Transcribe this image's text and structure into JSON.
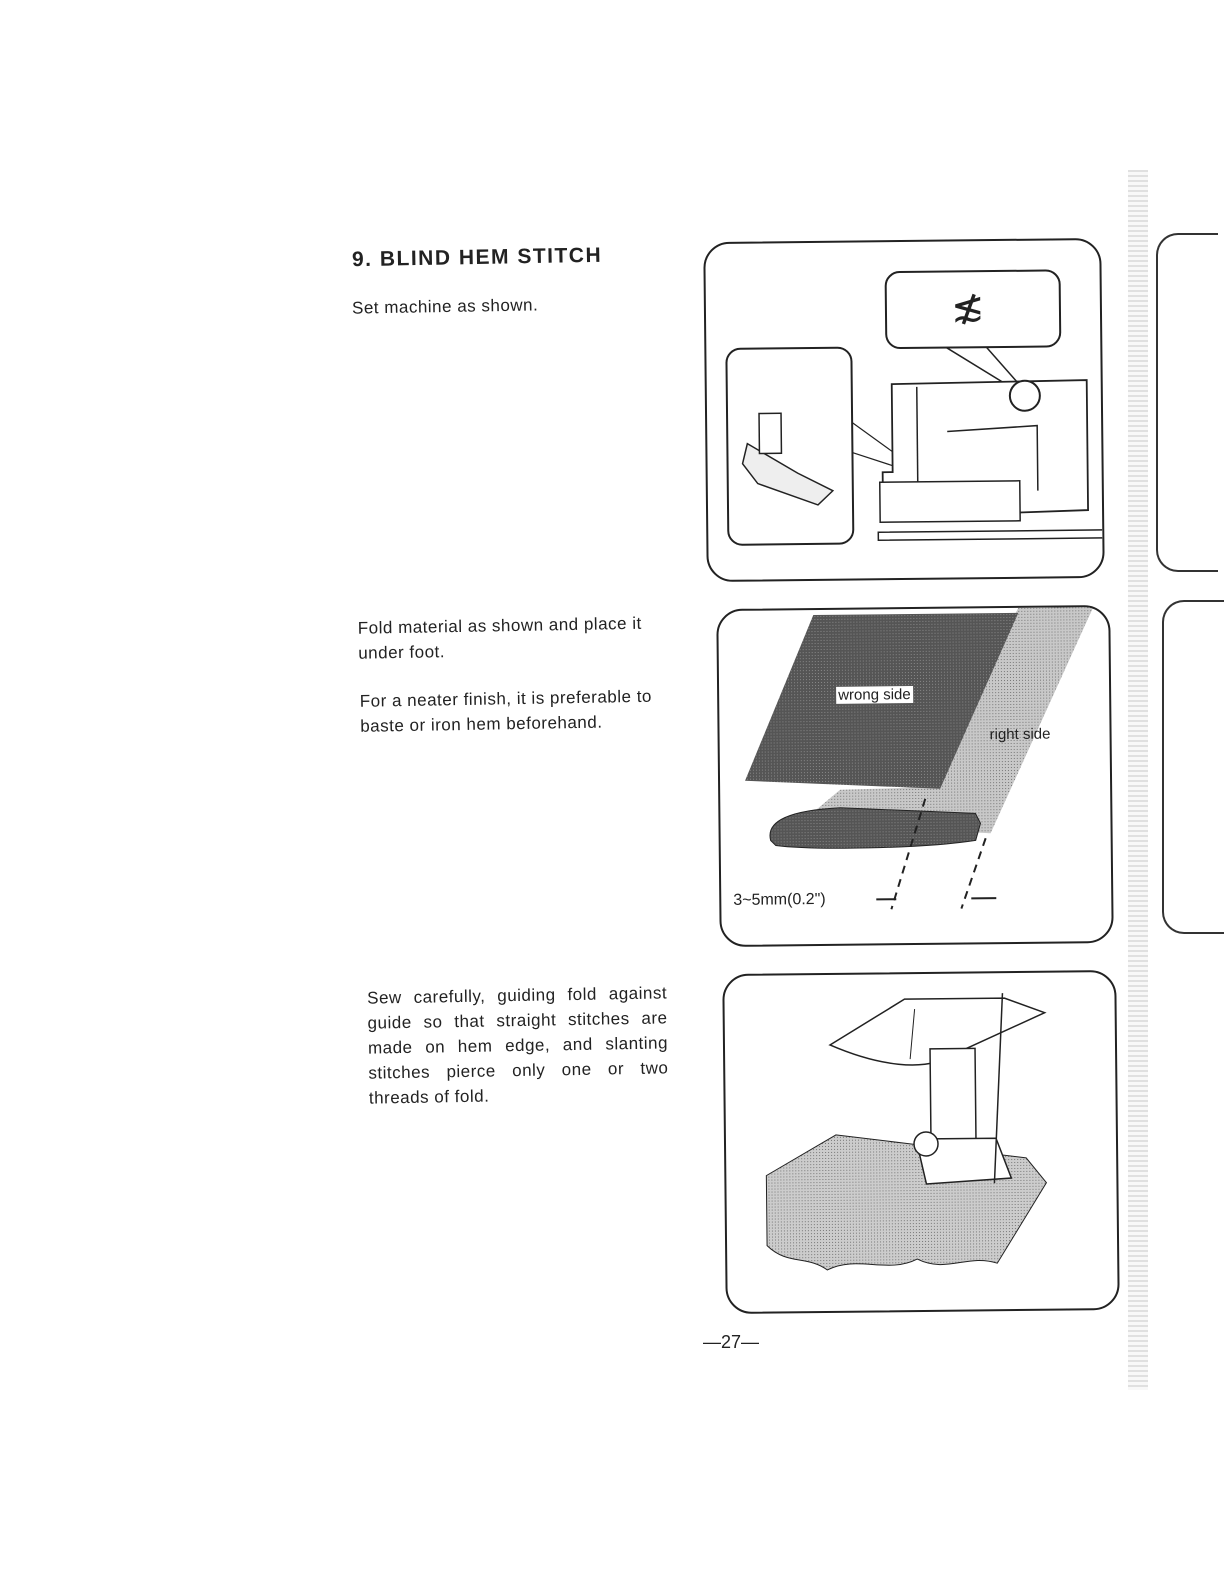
{
  "section": {
    "number": "9.",
    "title": "BLIND HEM STITCH",
    "full_title": "9. BLIND HEM STITCH"
  },
  "instructions": [
    "Set machine as shown.",
    "Fold material as shown and place it under foot.",
    "For a neater finish, it is preferable to baste or iron hem beforehand.",
    "Sew carefully, guiding fold against guide so that straight stitches are made on hem edge, and slanting stitches pierce only one or two threads of fold."
  ],
  "figures": {
    "machine": {
      "stitch_symbol": "≴"
    },
    "fold": {
      "wrong_side_label": "wrong side",
      "right_side_label": "right side",
      "measurement_label": "3~5mm(0.2\")"
    }
  },
  "page_number": "—27—"
}
